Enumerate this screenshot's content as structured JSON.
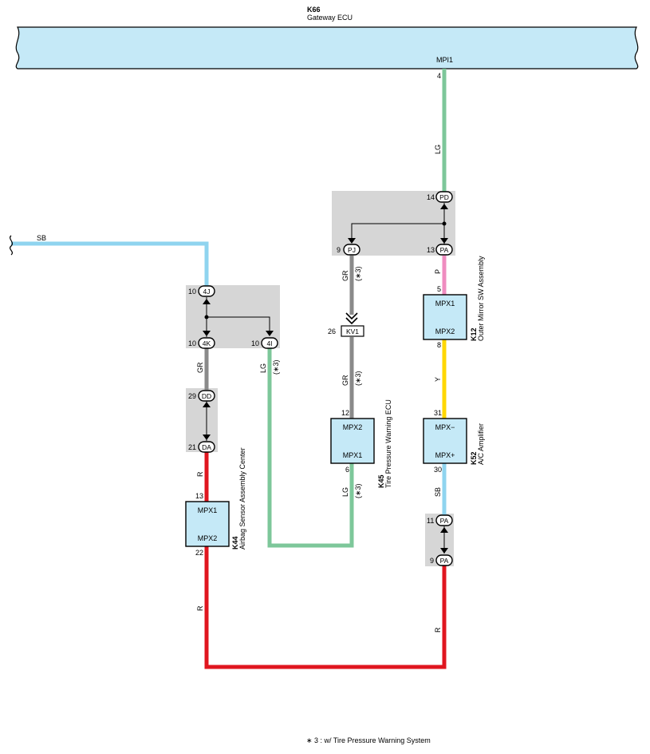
{
  "colors": {
    "LG": "#7dc79a",
    "GR": "#8a8a8a",
    "SB": "#8fd4ef",
    "P": "#ef8cc0",
    "Y": "#ffd700",
    "R": "#e0161f",
    "ecu_fill": "#c5e9f7",
    "junction_fill": "#d6d6d6"
  },
  "ecu": {
    "code": "K66",
    "name": "Gateway ECU",
    "port": "MPI1",
    "pin": "4"
  },
  "wires": {
    "lg_top": "LG",
    "sb_in": "SB",
    "gr_left": "GR",
    "lg_left": "LG",
    "lg_left_note": "(∗3)",
    "gr_mid_top": "GR",
    "gr_mid_top_note": "(∗3)",
    "gr_mid_bot": "GR",
    "gr_mid_bot_note": "(∗3)",
    "lg_mid": "LG",
    "lg_mid_note": "(∗3)",
    "p_right": "P",
    "y_right": "Y",
    "sb_right": "SB",
    "r_left_top": "R",
    "r_left_bot": "R",
    "r_right": "R"
  },
  "junction1": {
    "pd": {
      "pin": "14",
      "label": "PD"
    },
    "pj": {
      "pin": "9",
      "label": "PJ"
    },
    "pa": {
      "pin": "13",
      "label": "PA"
    }
  },
  "junction2": {
    "j4j": {
      "pin": "10",
      "label": "4J"
    },
    "j4k": {
      "pin": "10",
      "label": "4K"
    },
    "j4i": {
      "pin": "10",
      "label": "4I"
    }
  },
  "junction3": {
    "dd": {
      "pin": "29",
      "label": "DD"
    },
    "da": {
      "pin": "21",
      "label": "DA"
    }
  },
  "junction4": {
    "pa1": {
      "pin": "11",
      "label": "PA"
    },
    "pa2": {
      "pin": "9",
      "label": "PA"
    }
  },
  "kv1": {
    "pin": "26",
    "label": "KV1"
  },
  "k12": {
    "code": "K12",
    "name": "Outer Mirror SW Assembly",
    "top": "MPX1",
    "bottom": "MPX2",
    "pin_top": "5",
    "pin_bottom": "8"
  },
  "k52": {
    "code": "K52",
    "name": "A/C Amplifier",
    "top": "MPX−",
    "bottom": "MPX+",
    "pin_top": "31",
    "pin_bottom": "30"
  },
  "k45": {
    "code": "K45",
    "name": "Tire Pressure Warning ECU",
    "top": "MPX2",
    "bottom": "MPX1",
    "pin_top": "12",
    "pin_bottom": "6"
  },
  "k44": {
    "code": "K44",
    "name": "Airbag Sensor Assembly Center",
    "top": "MPX1",
    "bottom": "MPX2",
    "pin_top": "13",
    "pin_bottom": "22"
  },
  "footnote": "∗ 3 : w/ Tire Pressure Warning System"
}
